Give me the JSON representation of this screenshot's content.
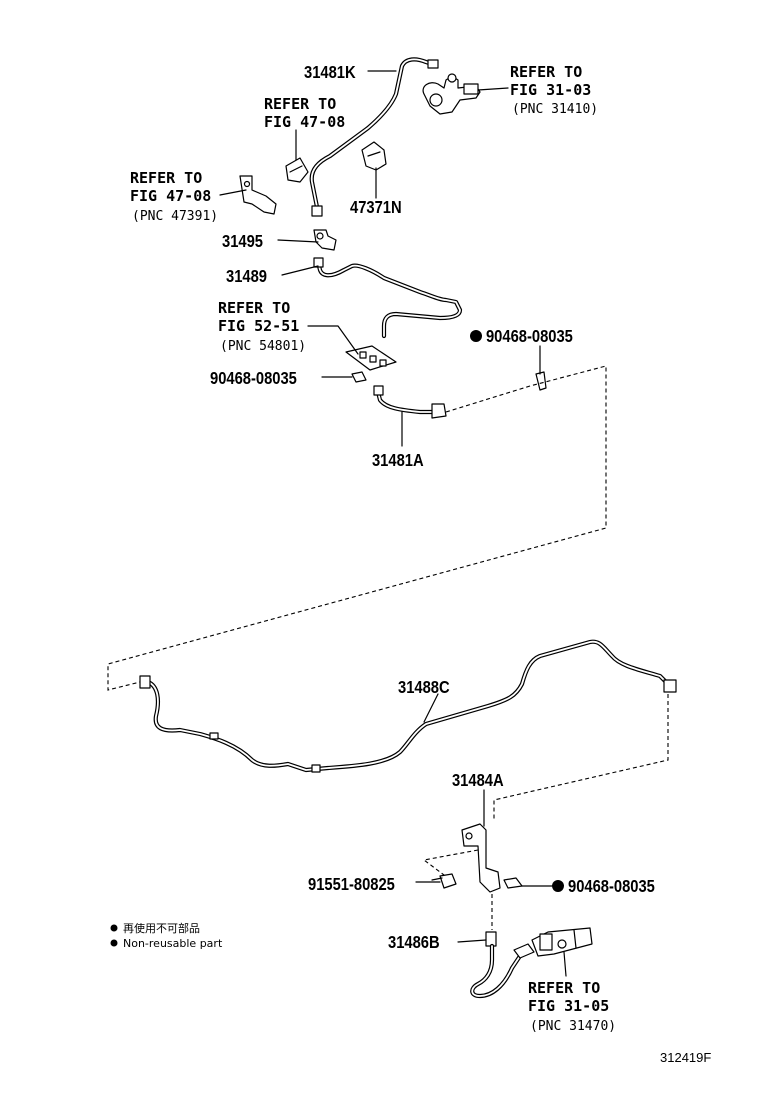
{
  "labels": {
    "p31481K": "31481K",
    "p47371N": "47371N",
    "p31495": "31495",
    "p31489": "31489",
    "p90468_right": "90468-08035",
    "p90468_left": "90468-08035",
    "p31481A": "31481A",
    "p31488C": "31488C",
    "p31484A": "31484A",
    "p91551": "91551-80825",
    "p90468_lower": "90468-08035",
    "p31486B": "31486B"
  },
  "refs": {
    "fig3103": {
      "line1": "REFER TO",
      "line2": "FIG 31-03",
      "pnc": "(PNC 31410)"
    },
    "fig4708a": {
      "line1": "REFER TO",
      "line2": "FIG 47-08"
    },
    "fig4708b": {
      "line1": "REFER TO",
      "line2": "FIG 47-08",
      "pnc": "(PNC 47391)"
    },
    "fig5251": {
      "line1": "REFER TO",
      "line2": "FIG 52-51",
      "pnc": "(PNC 54801)"
    },
    "fig3105": {
      "line1": "REFER TO",
      "line2": "FIG 31-05",
      "pnc": "(PNC 31470)"
    }
  },
  "legend": {
    "jp": "再使用不可部品",
    "en": "Non-reusable part"
  },
  "figure_code": "312419F"
}
